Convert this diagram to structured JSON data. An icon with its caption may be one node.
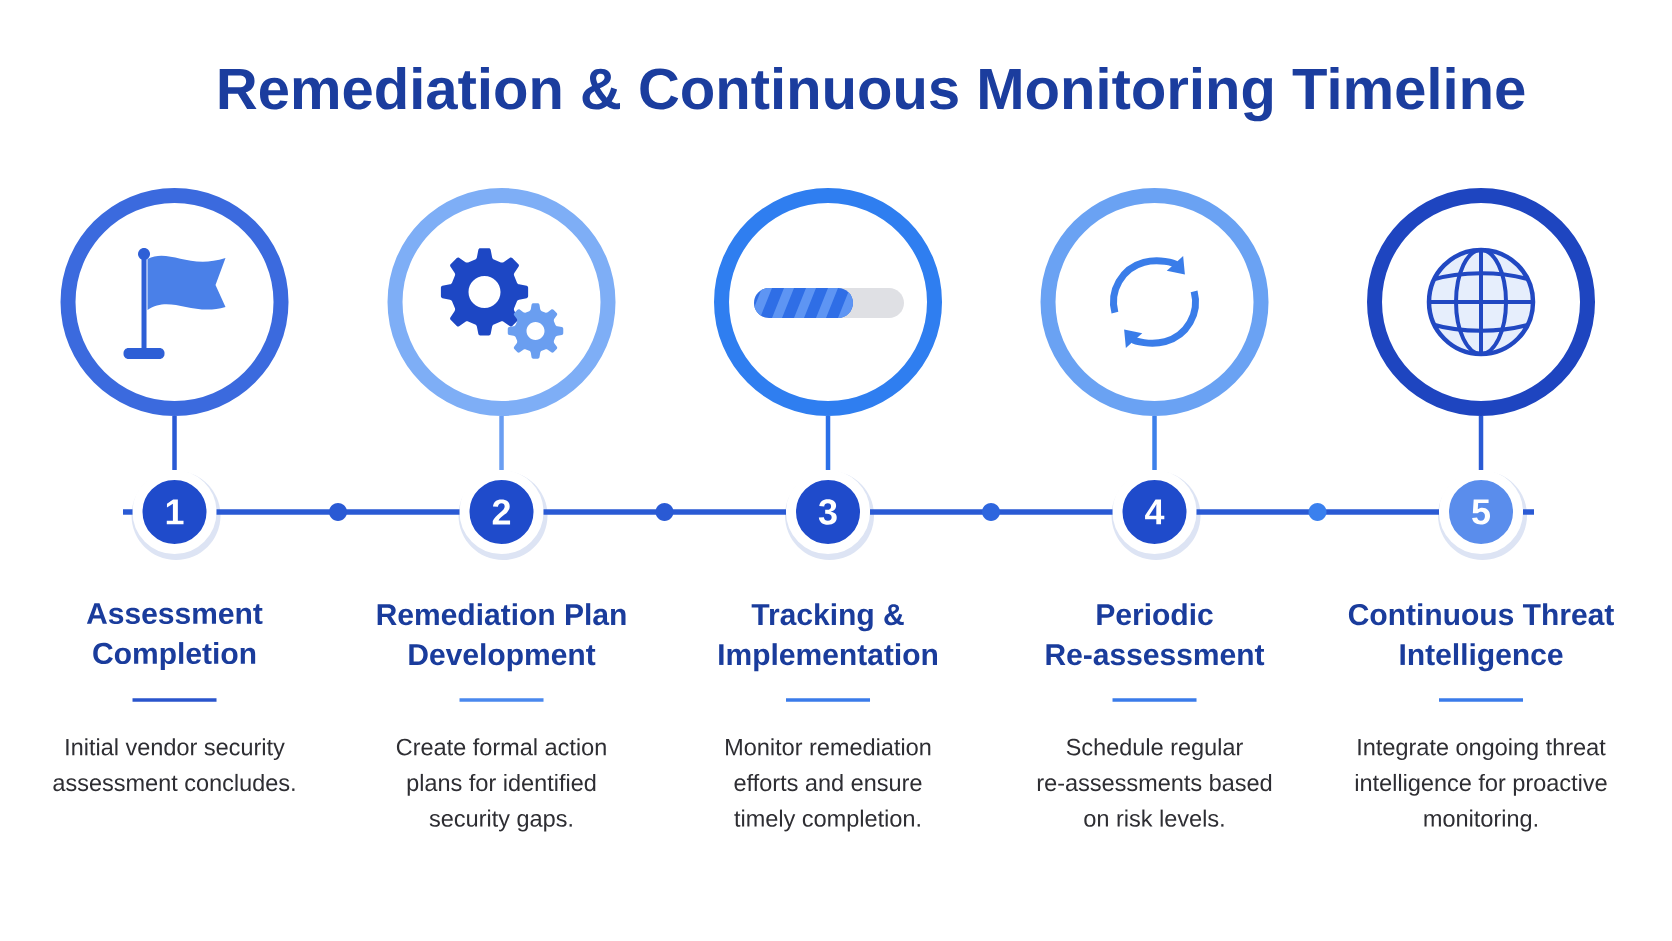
{
  "diagram": {
    "title": "Remediation & Continuous Monitoring Timeline",
    "nodes": [
      {
        "text": [],
        "shape": "circle"
      },
      {
        "text": [],
        "shape": "circle"
      },
      {
        "text": [],
        "shape": "circle"
      },
      {
        "text": [],
        "shape": "circle"
      },
      {
        "text": [],
        "shape": "circle"
      },
      {
        "text": [
          "1"
        ],
        "beside": [
          "Assessment Completion",
          "Initial vendor security assessment concludes."
        ]
      },
      {
        "text": [
          "2"
        ],
        "beside": [
          "Remediation Plan Development",
          "Create formal action plans for identified security gaps."
        ]
      },
      {
        "text": [
          "3"
        ],
        "beside": [
          "Tracking & Implementation",
          "Monitor remediation efforts and ensure timely completion."
        ]
      },
      {
        "text": [
          "4"
        ],
        "beside": [
          "Periodic Re-assessment",
          "Schedule regular re-assessments based on risk levels."
        ]
      },
      {
        "text": [
          "5"
        ],
        "beside": [
          "Continuous Threat Intelligence",
          "Integrate ongoing threat intelligence for proactive monitoring."
        ]
      }
    ],
    "edges": [
      {
        "from": 0,
        "to": 5,
        "arrow": "none"
      },
      {
        "from": 1,
        "to": 6,
        "arrow": "none",
        "color": "#6a9ef2"
      },
      {
        "from": 2,
        "to": 7,
        "arrow": "none",
        "color": "#2b70e8"
      },
      {
        "from": 3,
        "to": 8,
        "arrow": "none",
        "color": "#3d80ea"
      },
      {
        "from": 4,
        "to": 9,
        "arrow": "none"
      },
      {
        "from": 5,
        "to": 6,
        "arrow": "none"
      },
      {
        "from": 6,
        "to": 7,
        "arrow": "none"
      },
      {
        "from": 7,
        "to": 8,
        "arrow": "none"
      },
      {
        "from": 8,
        "to": 9,
        "arrow": "none"
      },
      {
        "from": null,
        "to": 5,
        "arrow": "none"
      },
      {
        "from": 9,
        "to": null,
        "arrow": "none"
      }
    ]
  }
}
